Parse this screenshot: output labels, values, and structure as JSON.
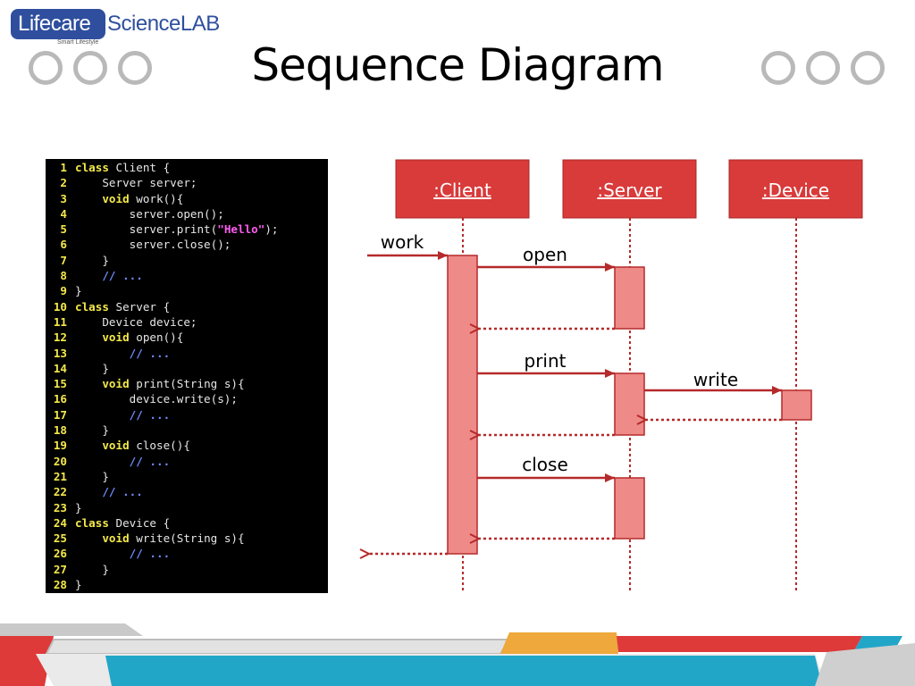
{
  "brand": {
    "left": "Lifecare",
    "right": "ScienceLAB",
    "tagline": "Smart Lifestyle"
  },
  "title": "Sequence Diagram",
  "code": [
    {
      "n": "1",
      "parts": [
        {
          "t": "class",
          "c": "kw"
        },
        {
          "t": " Client {",
          "c": "txt"
        }
      ]
    },
    {
      "n": "2",
      "parts": [
        {
          "t": "    Server server;",
          "c": "txt"
        }
      ]
    },
    {
      "n": "3",
      "parts": [
        {
          "t": "    ",
          "c": "txt"
        },
        {
          "t": "void",
          "c": "kw"
        },
        {
          "t": " work(){",
          "c": "txt"
        }
      ]
    },
    {
      "n": "4",
      "parts": [
        {
          "t": "        server.open();",
          "c": "txt"
        }
      ]
    },
    {
      "n": "5",
      "parts": [
        {
          "t": "        server.print(",
          "c": "txt"
        },
        {
          "t": "\"Hello\"",
          "c": "st"
        },
        {
          "t": ");",
          "c": "txt"
        }
      ]
    },
    {
      "n": "6",
      "parts": [
        {
          "t": "        server.close();",
          "c": "txt"
        }
      ]
    },
    {
      "n": "7",
      "parts": [
        {
          "t": "    }",
          "c": "txt"
        }
      ]
    },
    {
      "n": "8",
      "parts": [
        {
          "t": "    ",
          "c": "txt"
        },
        {
          "t": "// ...",
          "c": "cm"
        }
      ]
    },
    {
      "n": "9",
      "parts": [
        {
          "t": "}",
          "c": "txt"
        }
      ]
    },
    {
      "n": "10",
      "parts": [
        {
          "t": "class",
          "c": "kw"
        },
        {
          "t": " Server {",
          "c": "txt"
        }
      ]
    },
    {
      "n": "11",
      "parts": [
        {
          "t": "    Device device;",
          "c": "txt"
        }
      ]
    },
    {
      "n": "12",
      "parts": [
        {
          "t": "    ",
          "c": "txt"
        },
        {
          "t": "void",
          "c": "kw"
        },
        {
          "t": " open(){",
          "c": "txt"
        }
      ]
    },
    {
      "n": "13",
      "parts": [
        {
          "t": "        ",
          "c": "txt"
        },
        {
          "t": "// ...",
          "c": "cm"
        }
      ]
    },
    {
      "n": "14",
      "parts": [
        {
          "t": "    }",
          "c": "txt"
        }
      ]
    },
    {
      "n": "15",
      "parts": [
        {
          "t": "    ",
          "c": "txt"
        },
        {
          "t": "void",
          "c": "kw"
        },
        {
          "t": " print(String s){",
          "c": "txt"
        }
      ]
    },
    {
      "n": "16",
      "parts": [
        {
          "t": "        device.write(s);",
          "c": "txt"
        }
      ]
    },
    {
      "n": "17",
      "parts": [
        {
          "t": "        ",
          "c": "txt"
        },
        {
          "t": "// ...",
          "c": "cm"
        }
      ]
    },
    {
      "n": "18",
      "parts": [
        {
          "t": "    }",
          "c": "txt"
        }
      ]
    },
    {
      "n": "19",
      "parts": [
        {
          "t": "    ",
          "c": "txt"
        },
        {
          "t": "void",
          "c": "kw"
        },
        {
          "t": " close(){",
          "c": "txt"
        }
      ]
    },
    {
      "n": "20",
      "parts": [
        {
          "t": "        ",
          "c": "txt"
        },
        {
          "t": "// ...",
          "c": "cm"
        }
      ]
    },
    {
      "n": "21",
      "parts": [
        {
          "t": "    }",
          "c": "txt"
        }
      ]
    },
    {
      "n": "22",
      "parts": [
        {
          "t": "    ",
          "c": "txt"
        },
        {
          "t": "// ...",
          "c": "cm"
        }
      ]
    },
    {
      "n": "23",
      "parts": [
        {
          "t": "}",
          "c": "txt"
        }
      ]
    },
    {
      "n": "24",
      "parts": [
        {
          "t": "class",
          "c": "kw"
        },
        {
          "t": " Device {",
          "c": "txt"
        }
      ]
    },
    {
      "n": "25",
      "parts": [
        {
          "t": "    ",
          "c": "txt"
        },
        {
          "t": "void",
          "c": "kw"
        },
        {
          "t": " write(String s){",
          "c": "txt"
        }
      ]
    },
    {
      "n": "26",
      "parts": [
        {
          "t": "        ",
          "c": "txt"
        },
        {
          "t": "// ...",
          "c": "cm"
        }
      ]
    },
    {
      "n": "27",
      "parts": [
        {
          "t": "    }",
          "c": "txt"
        }
      ]
    },
    {
      "n": "28",
      "parts": [
        {
          "t": "}",
          "c": "txt"
        }
      ]
    }
  ],
  "diagram": {
    "lifelines": [
      ":Client",
      ":Server",
      ":Device"
    ],
    "messages": [
      "work",
      "open",
      "print",
      "write",
      "close"
    ]
  },
  "colors": {
    "lifeline_box": "#d93a3a",
    "activation": "#ee8a88",
    "arrow": "#b52a2a",
    "brand_blue": "#2f4f9e",
    "stripe_orange": "#eea83b",
    "stripe_blue": "#22a6c8",
    "stripe_red": "#de3a3a"
  }
}
